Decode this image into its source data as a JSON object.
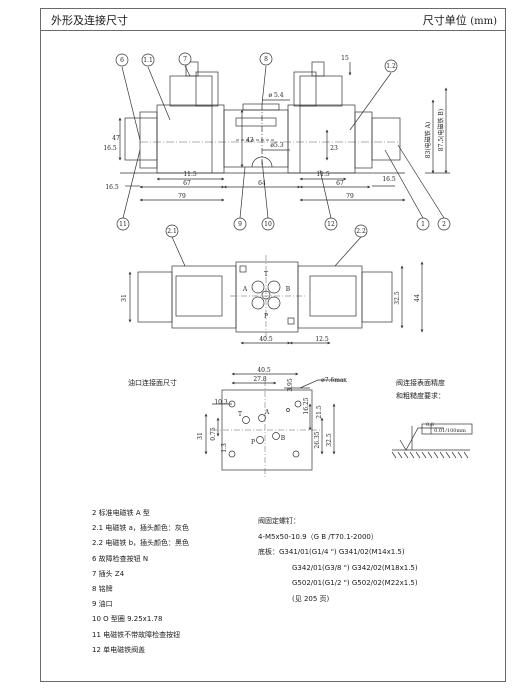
{
  "header": {
    "title": "外形及连接尺寸",
    "unit_label": "尺寸单位",
    "unit_value": "(mm)"
  },
  "callouts": {
    "c1": "1",
    "c1_1": "1.1",
    "c1_2": "1.2",
    "c2": "2",
    "c2_1": "2.1",
    "c2_2": "2.2",
    "c6": "6",
    "c7": "7",
    "c8": "8",
    "c9": "9",
    "c10": "10",
    "c11": "11",
    "c12": "12"
  },
  "dims_front": {
    "d15": "15",
    "d5_4": "ø 5.4",
    "d5_3": "ø5.3",
    "d47": "47",
    "d16_5": "16.5",
    "d42": "42",
    "d23": "23",
    "d11_5l": "11.5",
    "d11_5r": "11.5",
    "d67l": "67",
    "d67r": "67",
    "d64": "64",
    "d79l": "79",
    "d79r": "79",
    "d16_5b": "16.5",
    "d16_5br": "16.5",
    "d83": "83(电磁铁 A)",
    "d87_5": "87.5(电磁铁 B)"
  },
  "dims_top": {
    "d31": "31",
    "d32_5": "32.5",
    "d44": "44",
    "d40_5": "40.5",
    "d12_5": "12.5",
    "port_a": "A",
    "port_b": "B",
    "port_t": "T",
    "port_p": "P"
  },
  "mount": {
    "title": "油口连接面尺寸",
    "d40_5": "40.5",
    "d27_8": "27.8",
    "d3_95": "3.95",
    "d7_6": "ø7.6max",
    "d16_25": "16.25",
    "d10_3": "10.3",
    "d21_5": "21.5",
    "d31": "31",
    "d0_75": "0.75",
    "d1_3": "1.3",
    "d26_35": "26.35",
    "d32_5": "32.5",
    "port_t": "T",
    "port_a": "A",
    "port_b": "B",
    "port_p": "P"
  },
  "surface": {
    "title_line1": "阀连接表面精度",
    "title_line2": "和粗糙度要求：",
    "flatness": "0.01/100mm",
    "roughness": "0.8"
  },
  "parts": [
    "2 标准电磁铁 A 型",
    "2.1 电磁铁 a，插头颜色：灰色",
    "2.2 电磁铁 b，插头颜色：黑色",
    "6 故障检查按钮 N",
    "7 插头 Z4",
    "8 铭牌",
    "9 油口",
    "10 O 型圈 9.25x1.78",
    "11 电磁铁不带故障检查按钮",
    "12 单电磁铁阀盖"
  ],
  "notes": [
    "阀固定螺钉：",
    "4-M5x50-10.9（G B /T70.1-2000）",
    "底板：G341/01(G1/4 \") G341/02(M14x1.5)",
    "G342/01(G3/8 \") G342/02(M18x1.5)",
    "G502/01(G1/2 \") G502/02(M22x1.5)",
    "(见 205 页)"
  ]
}
